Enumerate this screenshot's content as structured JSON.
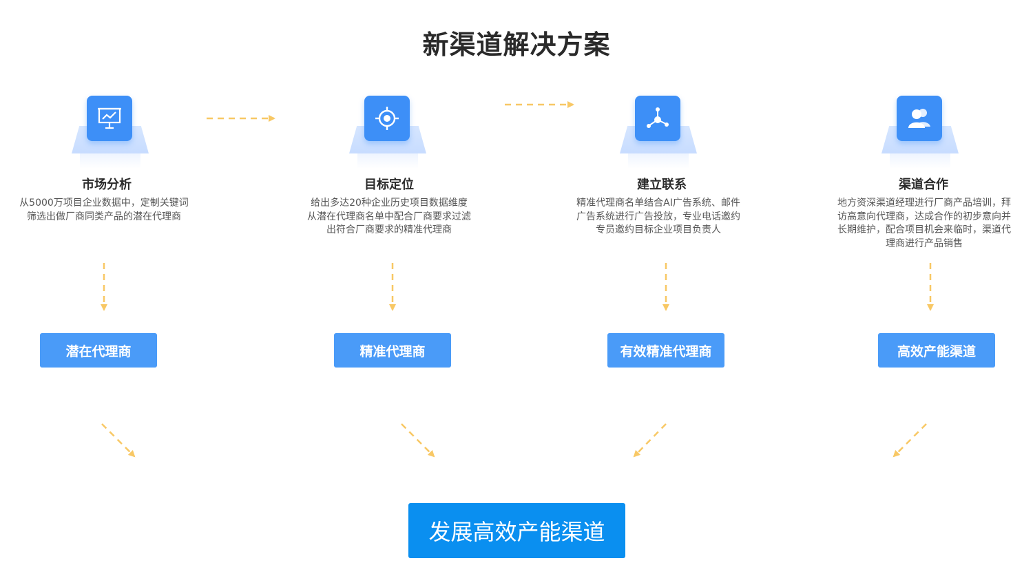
{
  "title": "新渠道解决方案",
  "steps": [
    {
      "title": "市场分析",
      "icon": "presentation-chart-icon",
      "desc": [
        "从5000万项目企业数据中，定制关键词",
        "筛选出做厂商同类产品的潜在代理商"
      ],
      "result": "潜在代理商"
    },
    {
      "title": "目标定位",
      "icon": "target-icon",
      "desc": [
        "给出多达20种企业历史项目数据维度",
        "从潜在代理商名单中配合厂商要求过滤",
        "出符合厂商要求的精准代理商"
      ],
      "result": "精准代理商"
    },
    {
      "title": "建立联系",
      "icon": "network-icon",
      "desc": [
        "精准代理商名单结合AI广告系统、邮件",
        "广告系统进行广告投放，专业电话邀约",
        "专员邀约目标企业项目负责人"
      ],
      "result": "有效精准代理商"
    },
    {
      "title": "渠道合作",
      "icon": "users-icon",
      "desc": [
        "地方资深渠道经理进行厂商产品培训，拜",
        "访高意向代理商，达成合作的初步意向并",
        "长期维护，配合项目机会来临时，渠道代",
        "理商进行产品销售"
      ],
      "result": "高效产能渠道"
    }
  ],
  "final": "发展高效产能渠道",
  "colors": {
    "accent": "#3d8ff7",
    "badge": "#4a9bf8",
    "final": "#0a8ff0",
    "arrow": "#f8c865"
  }
}
